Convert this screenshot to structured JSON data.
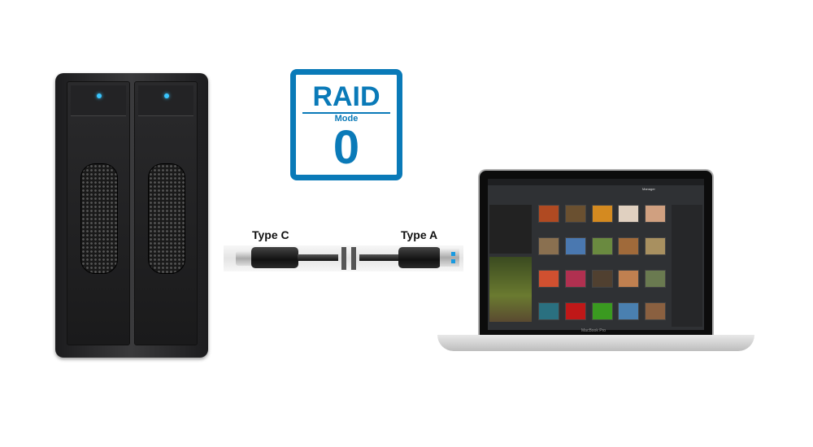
{
  "badge": {
    "title": "RAID",
    "subtitle": "Mode",
    "level": "0"
  },
  "cable": {
    "left_label": "Type C",
    "right_label": "Type A"
  },
  "laptop": {
    "brand": "MacBook Pro",
    "app_tab": "Manager",
    "thumb_colors": [
      "#b04a22",
      "#6a5030",
      "#d48a20",
      "#e0d0c0",
      "#d0a080",
      "#8a7050",
      "#4a78b0",
      "#6a8a40",
      "#a06a3a",
      "#a89060",
      "#d05030",
      "#b03050",
      "#504030",
      "#c08050",
      "#6a7a50",
      "#2a7080",
      "#c01818",
      "#3a9a20",
      "#4a80b0",
      "#8a6040"
    ]
  },
  "accent": "#0a7ab8"
}
